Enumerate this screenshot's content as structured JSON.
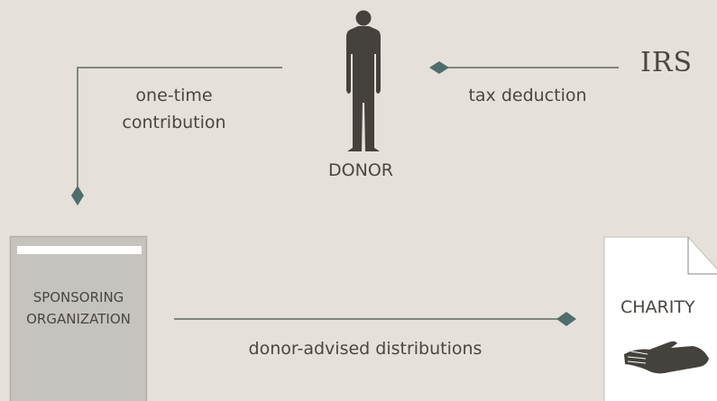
{
  "donor": {
    "label": "DONOR"
  },
  "irs": {
    "label": "IRS"
  },
  "flows": {
    "contribution": "one-time\ncontribution",
    "tax": "tax deduction",
    "distributions": "donor-advised distributions"
  },
  "sponsor": {
    "label": "SPONSORING\nORGANIZATION"
  },
  "charity": {
    "label": "CHARITY"
  },
  "colors": {
    "background": "#e5e0d9",
    "line": "#5c6a5e",
    "diamond": "#4e6e6c",
    "figure": "#45413c",
    "text": "#4a4641",
    "sponsor_fill": "#c6c3be",
    "sponsor_border": "#b2afa9",
    "charity_fill": "#ffffff"
  }
}
